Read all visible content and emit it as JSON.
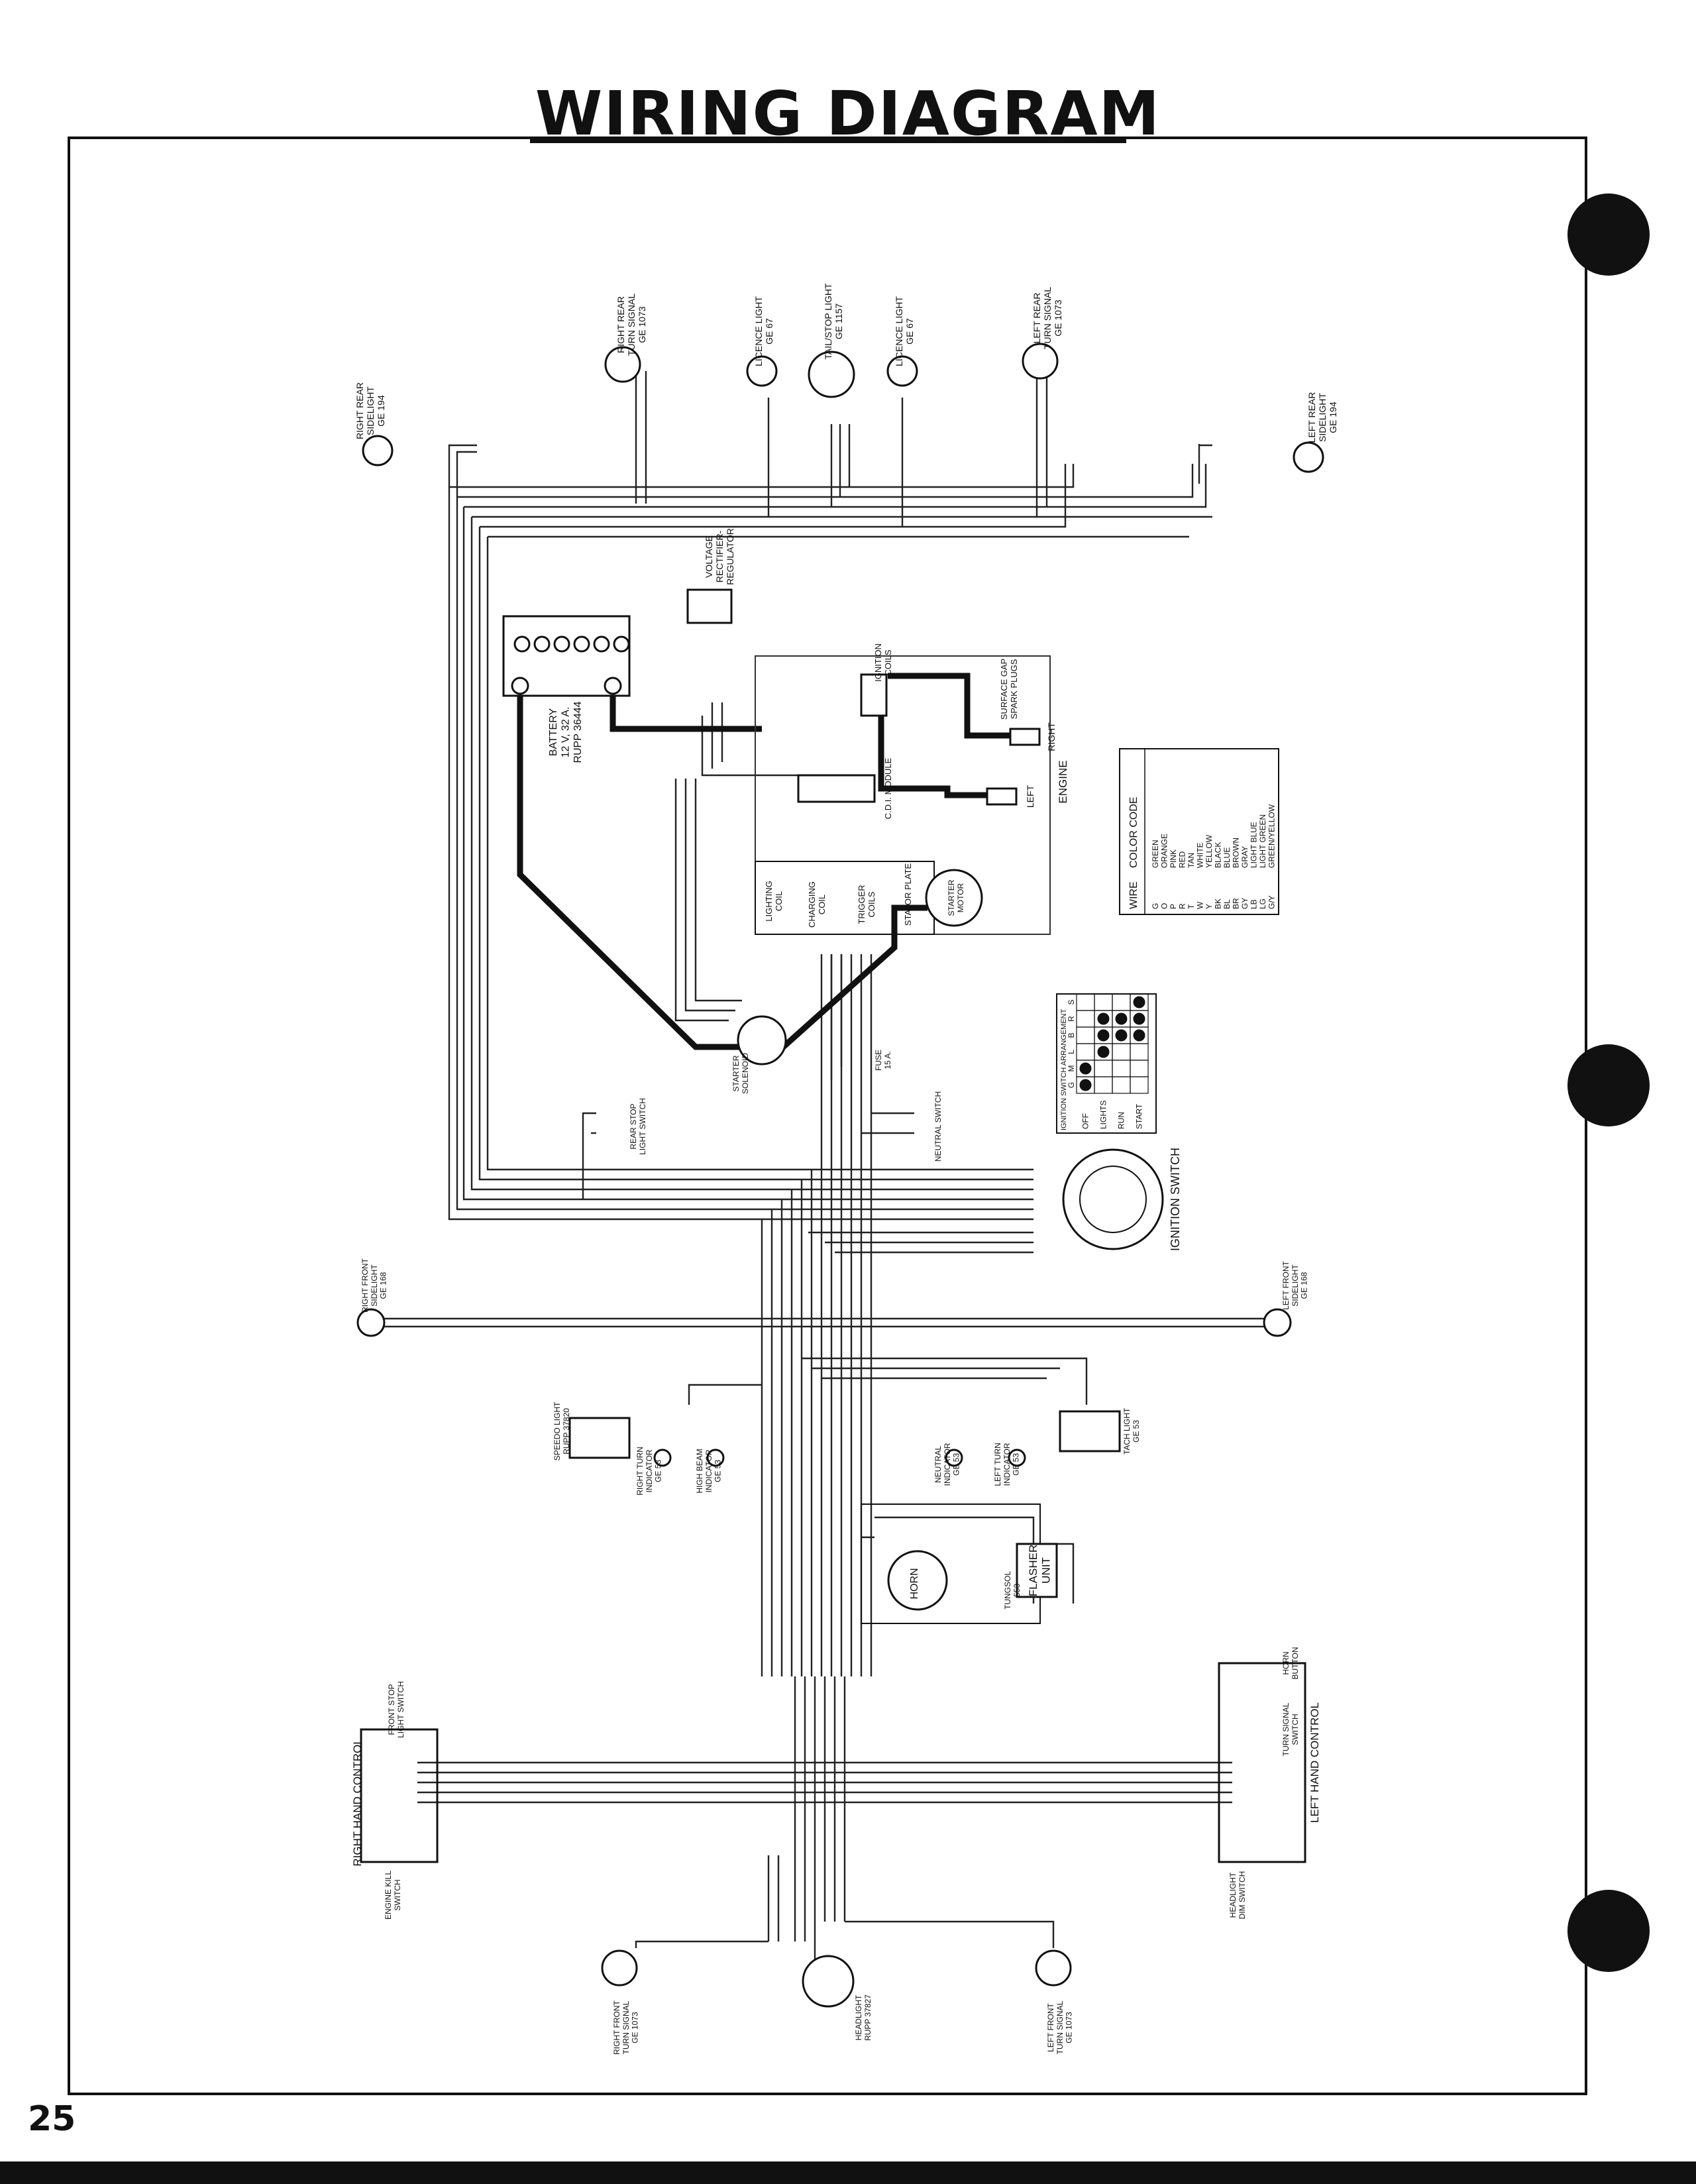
{
  "title": "WIRING DIAGRAM",
  "page_number": "25",
  "components": {
    "right_rear_sidelight": [
      "RIGHT REAR",
      "SIDELIGHT",
      "GE 194"
    ],
    "right_rear_turn": [
      "RIGHT REAR",
      "TURN SIGNAL",
      "GE 1073"
    ],
    "licence_light_1": [
      "LICENCE LIGHT",
      "GE 67"
    ],
    "tail_stop_light": [
      "TAIL/STOP LIGHT",
      "GE 1157"
    ],
    "licence_light_2": [
      "LICENCE LIGHT",
      "GE 67"
    ],
    "left_rear_turn": [
      "LEFT REAR",
      "TURN SIGNAL",
      "GE 1073"
    ],
    "left_rear_sidelight": [
      "LEFT REAR",
      "SIDELIGHT",
      "GE 194"
    ],
    "voltage_regulator": [
      "VOLTAGE",
      "RECTIFIER-",
      "REGULATOR"
    ],
    "battery": [
      "BATTERY",
      "12 V, 32 A.",
      "RUPP 36444"
    ],
    "ignition_coils": [
      "IGNITION",
      "COILS"
    ],
    "spark_plugs": [
      "SURFACE GAP",
      "SPARK PLUGS"
    ],
    "right_label": "RIGHT",
    "left_label": "LEFT",
    "engine_label": "ENGINE",
    "cdi_module": "C.D.I. MODULE",
    "lighting_coil": [
      "LIGHTING",
      "COIL"
    ],
    "charging_coil": [
      "CHARGING",
      "COIL"
    ],
    "trigger_coils": [
      "TRIGGER",
      "COILS"
    ],
    "stator_plate": "STATOR PLATE",
    "starter_motor": [
      "STARTER",
      "MOTOR"
    ],
    "starter_solenoid": [
      "STARTER",
      "SOLENOID"
    ],
    "fuse": [
      "FUSE",
      "15 A."
    ],
    "rear_stop_switch": [
      "REAR STOP",
      "LIGHT SWITCH"
    ],
    "neutral_switch": "NEUTRAL SWITCH",
    "ignition_switch": "IGNITION SWITCH",
    "right_front_sidelight": [
      "RIGHT FRONT",
      "SIDELIGHT",
      "GE 168"
    ],
    "left_front_sidelight": [
      "LEFT FRONT",
      "SIDELIGHT",
      "GE 168"
    ],
    "speedo_light": [
      "SPEEDO LIGHT",
      "RUPP 37820"
    ],
    "right_turn_indicator": [
      "RIGHT TURN",
      "INDICATOR",
      "GE 53"
    ],
    "high_beam_indicator": [
      "HIGH BEAM",
      "INDICATOR",
      "GE 53"
    ],
    "neutral_indicator": [
      "NEUTRAL",
      "INDICATOR",
      "GE 53"
    ],
    "left_turn_indicator": [
      "LEFT TURN",
      "INDICATOR",
      "GE 53"
    ],
    "tach_light": [
      "TACH LIGHT",
      "GE 53"
    ],
    "horn": "HORN",
    "flasher_unit": [
      "FLASHER",
      "UNIT"
    ],
    "tungsol": [
      "TUNGSOL",
      "553"
    ],
    "right_hand_control": "RIGHT HAND CONTROL",
    "front_stop_switch": [
      "FRONT STOP",
      "LIGHT SWITCH"
    ],
    "engine_kill_switch": [
      "ENGINE KILL",
      "SWITCH"
    ],
    "left_hand_control": "LEFT HAND CONTROL",
    "horn_button": [
      "HORN",
      "BUTTON"
    ],
    "turn_signal_switch": [
      "TURN SIGNAL",
      "SWITCH"
    ],
    "headlight_dim_switch": [
      "HEADLIGHT",
      "DIM SWITCH"
    ],
    "right_front_turn": [
      "RIGHT FRONT",
      "TURN SIGNAL",
      "GE 1073"
    ],
    "headlight": [
      "HEADLIGHT",
      "RUPP 37827"
    ],
    "left_front_turn": [
      "LEFT FRONT",
      "TURN SIGNAL",
      "GE 1073"
    ]
  },
  "wire_color_code": {
    "headers": [
      "WIRE",
      "COLOR CODE"
    ],
    "rows": [
      [
        "G",
        "GREEN"
      ],
      [
        "O",
        "ORANGE"
      ],
      [
        "P",
        "PINK"
      ],
      [
        "R",
        "RED"
      ],
      [
        "T",
        "TAN"
      ],
      [
        "W",
        "WHITE"
      ],
      [
        "Y",
        "YELLOW"
      ],
      [
        "BK",
        "BLACK"
      ],
      [
        "BL",
        "BLUE"
      ],
      [
        "BR",
        "BROWN"
      ],
      [
        "GY",
        "GRAY"
      ],
      [
        "LB",
        "LIGHT BLUE"
      ],
      [
        "LG",
        "LIGHT GREEN"
      ],
      [
        "G/Y",
        "GREEN/YELLOW"
      ]
    ]
  },
  "ignition_switch_arrangement": {
    "title": "IGNITION SWITCH ARRANGEMENT",
    "terminals": [
      "G",
      "M",
      "L",
      "B",
      "R",
      "S"
    ],
    "positions": [
      "OFF",
      "LIGHTS",
      "RUN",
      "START"
    ],
    "connections": [
      [
        1,
        1,
        0,
        0,
        0,
        0
      ],
      [
        0,
        0,
        1,
        1,
        1,
        0
      ],
      [
        0,
        0,
        0,
        1,
        1,
        0
      ],
      [
        0,
        0,
        0,
        1,
        1,
        1
      ]
    ]
  }
}
